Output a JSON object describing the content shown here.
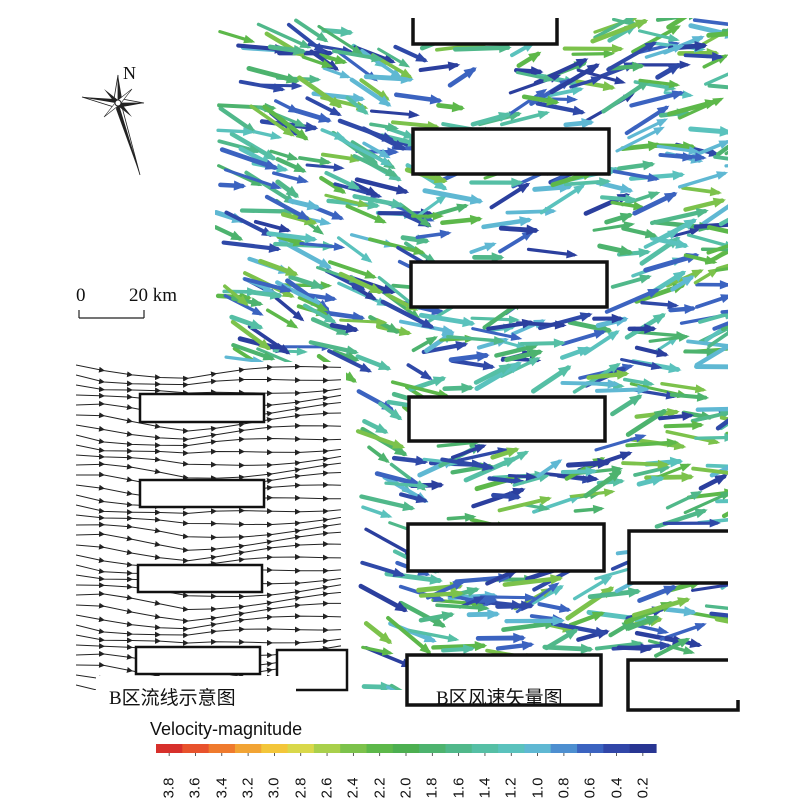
{
  "compass": {
    "north_label": "N"
  },
  "scale_bar": {
    "zero_label": "0",
    "distance_label": "20 km"
  },
  "panels": {
    "streamline_caption": "B区流线示意图",
    "vector_caption": "B区风速矢量图"
  },
  "legend": {
    "title": "Velocity-magnitude",
    "ticks": [
      "3.8",
      "3.6",
      "3.4",
      "3.2",
      "3.0",
      "2.8",
      "2.6",
      "2.4",
      "2.2",
      "2.0",
      "1.8",
      "1.6",
      "1.4",
      "1.2",
      "1.0",
      "0.8",
      "0.6",
      "0.4",
      "0.2"
    ],
    "colors": [
      "#d7302b",
      "#e8522c",
      "#ef7a2d",
      "#f2a434",
      "#f3c63a",
      "#d9d84a",
      "#a9d04b",
      "#7cc24b",
      "#5db84a",
      "#4caf50",
      "#4db36e",
      "#50b88a",
      "#55bfa5",
      "#5ac2bd",
      "#5fb8d3",
      "#4d8fd0",
      "#3b63c0",
      "#3146a8",
      "#283592"
    ]
  }
}
